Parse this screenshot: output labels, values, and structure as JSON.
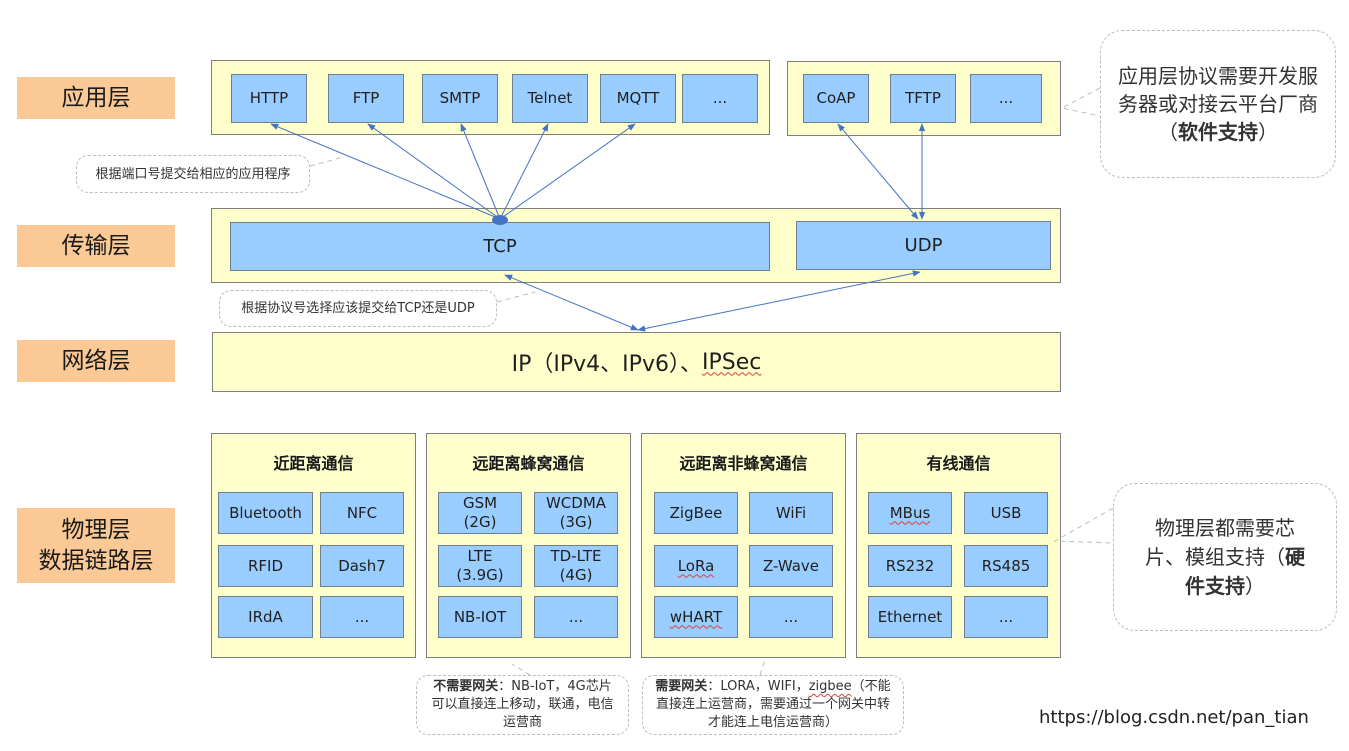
{
  "layers": {
    "application": "应用层",
    "transport": "传输层",
    "network": "网络层",
    "physical_line1": "物理层",
    "physical_line2": "数据链路层"
  },
  "application_tcp_protocols": [
    "HTTP",
    "FTP",
    "SMTP",
    "Telnet",
    "MQTT",
    "..."
  ],
  "application_udp_protocols": [
    "CoAP",
    "TFTP",
    "..."
  ],
  "transport_protocols": [
    "TCP",
    "UDP"
  ],
  "network_protocols": "IP（IPv4、IPv6）、IPSec",
  "network_protocols_parts": {
    "main": "IP（IPv4、IPv6）、",
    "underlined": "IPSec"
  },
  "notes": {
    "port_note": "根据端口号提交给相应的应用程序",
    "protocol_note": "根据协议号选择应该提交给TCP还是UDP",
    "software_note": {
      "normal": "应用层协议需要开发服务器或对接云平台厂商（",
      "bold": "软件支持",
      "end": "）"
    },
    "hardware_note": {
      "normal": "物理层都需要芯片、模组支持（",
      "bold": "硬件支持",
      "end": "）"
    },
    "no_gateway_note": {
      "bold": "不需要网关",
      "normal": "：NB-IoT，4G芯片可以直接连上移动，联通，电信运营商"
    },
    "gateway_note": {
      "bold": "需要网关",
      "normal": "：LORA，WIFI，",
      "underlined": "zigbee",
      "normal2": "（不能直接连上运营商，需要通过一个网关中转才能连上电信运营商）"
    }
  },
  "physical_categories": [
    {
      "title": "近距离通信",
      "items": [
        "Bluetooth",
        "NFC",
        "RFID",
        "Dash7",
        "IRdA",
        "..."
      ]
    },
    {
      "title": "远距离蜂窝通信",
      "items": [
        "GSM\n(2G)",
        "WCDMA\n(3G)",
        "LTE\n(3.9G)",
        "TD-LTE\n(4G)",
        "NB-IOT",
        "..."
      ]
    },
    {
      "title": "远距离非蜂窝通信",
      "items": [
        "ZigBee",
        "WiFi",
        "LoRa",
        "Z-Wave",
        "wHART",
        "..."
      ]
    },
    {
      "title": "有线通信",
      "items": [
        "MBus",
        "USB",
        "RS232",
        "RS485",
        "Ethernet",
        "..."
      ]
    }
  ],
  "watermark": "https://blog.csdn.net/pan_tian",
  "colors": {
    "layer_label": "#fbc995",
    "container": "#ffffcc",
    "protocol_box": "#99ccff",
    "arrow": "#4472c4"
  }
}
